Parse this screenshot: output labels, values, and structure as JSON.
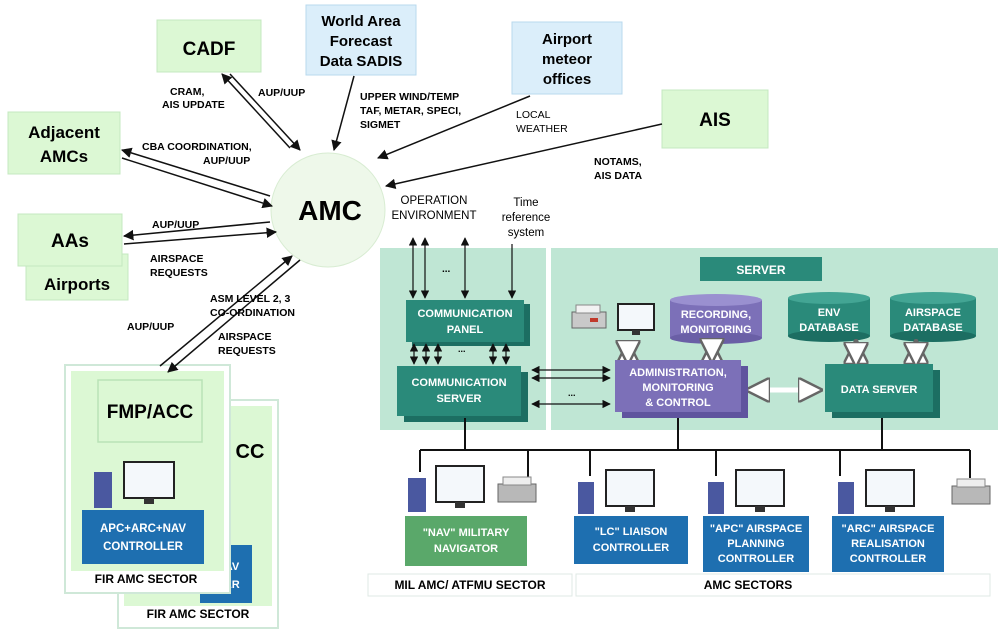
{
  "hub": {
    "label": "AMC"
  },
  "nodes": {
    "cadf": "CADF",
    "wafs": [
      "World Area",
      "Forecast",
      "Data SADIS"
    ],
    "meteo": [
      "Airport",
      "meteor",
      "offices"
    ],
    "ais": "AIS",
    "adjacent": [
      "Adjacent",
      "AMCs"
    ],
    "aas": "AAs",
    "airports": "Airports"
  },
  "flows": {
    "cram": [
      "CRAM,",
      "AIS UPDATE"
    ],
    "aup_cadf": "AUP/UUP",
    "upper_wind": [
      "UPPER WIND/TEMP",
      "TAF, METAR, SPECI,",
      "SIGMET"
    ],
    "local_weather": [
      "LOCAL",
      "WEATHER"
    ],
    "notams": [
      "NOTAMS,",
      "AIS DATA"
    ],
    "cba": [
      "CBA COORDINATION,",
      "AUP/UUP"
    ],
    "aup_aas": "AUP/UUP",
    "airspace_req_aas": [
      "AIRSPACE",
      "REQUESTS"
    ],
    "asm_level": [
      "ASM LEVEL 2, 3",
      "CO-ORDINATION"
    ],
    "airspace_req_fir": [
      "AIRSPACE",
      "REQUESTS"
    ],
    "aup_fir": "AUP/UUP"
  },
  "system": {
    "operation_env": [
      "OPERATION",
      "ENVIRONMENT"
    ],
    "time_ref": [
      "Time",
      "reference",
      "system"
    ],
    "ellipsis": "...",
    "server": "SERVER",
    "comm_panel": [
      "COMMUNICATION",
      "PANEL"
    ],
    "comm_server": [
      "COMMUNICATION",
      "SERVER"
    ],
    "recording": [
      "RECORDING,",
      "MONITORING"
    ],
    "env_db": [
      "ENV",
      "DATABASE"
    ],
    "airspace_db": [
      "AIRSPACE",
      "DATABASE"
    ],
    "admin": [
      "ADMINISTRATION,",
      "MONITORING",
      "& CONTROL"
    ],
    "data_server": "DATA SERVER"
  },
  "workstations": {
    "nav": [
      "\"NAV\" MILITARY",
      "NAVIGATOR"
    ],
    "lc": [
      "\"LC\" LIAISON",
      "CONTROLLER"
    ],
    "apc": [
      "\"APC\" AIRSPACE",
      "PLANNING",
      "CONTROLLER"
    ],
    "arc": [
      "\"ARC\" AIRSPACE",
      "REALISATION",
      "CONTROLLER"
    ]
  },
  "sectors": {
    "mil": "MIL AMC/ ATFMU SECTOR",
    "amc": "AMC SECTORS"
  },
  "fir": {
    "fmp": "FMP/ACC",
    "partial_cc": "CC",
    "controller": [
      "APC+ARC+NAV",
      "CONTROLLER"
    ],
    "partial_controller": [
      "AV",
      "ER"
    ],
    "sector_front": "FIR AMC SECTOR",
    "sector_back": "FIR AMC SECTOR"
  },
  "colors": {
    "node_green": "#dcf8d4",
    "node_blue": "#dbeefa",
    "hub": "#eef8ea",
    "panel": "#bfe6d4",
    "teal": "#2a8a7a",
    "purple": "#7c70b8",
    "blue_box": "#1e6fb0",
    "green_box": "#5aa86a"
  }
}
